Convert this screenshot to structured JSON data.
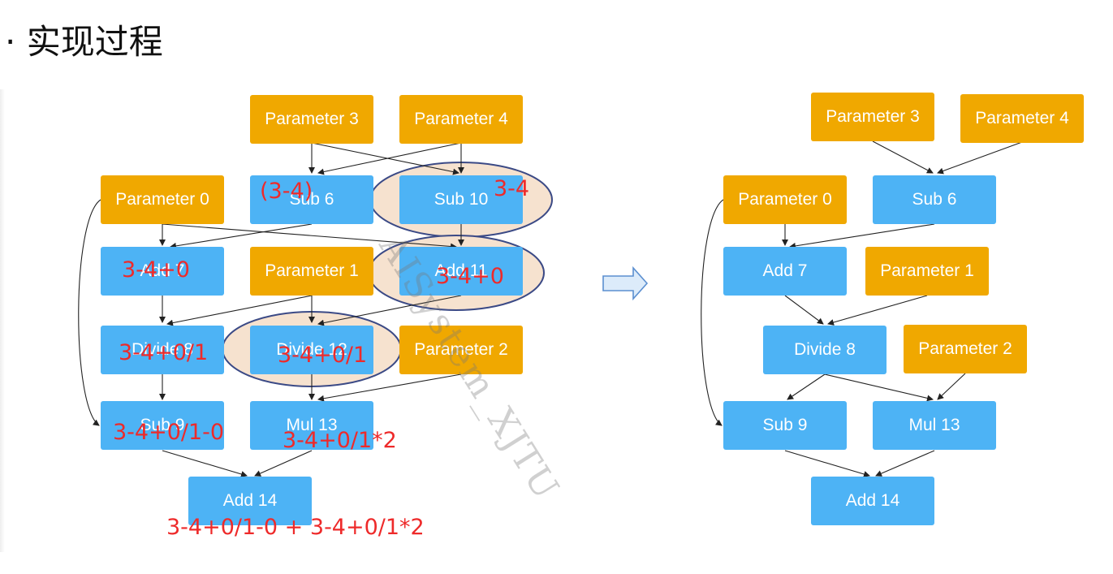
{
  "heading": {
    "bullet": "·",
    "text": "实现过程"
  },
  "watermark": "AISystem_XJTU",
  "left_graph": {
    "params": {
      "p0": "Parameter 0",
      "p1": "Parameter 1",
      "p2": "Parameter 2",
      "p3": "Parameter 3",
      "p4": "Parameter 4"
    },
    "ops": {
      "sub6": "Sub 6",
      "sub10": "Sub 10",
      "add7": "Add 7",
      "add11": "Add 11",
      "div8": "Divide 8",
      "div12": "Divide 12",
      "sub9": "Sub 9",
      "mul13": "Mul 13",
      "add14": "Add 14"
    },
    "annotations": {
      "sub6": "(3-4)",
      "sub10": "3-4",
      "add7": "3-4+0",
      "add11": "3-4+0",
      "div8": "3-4+0/1",
      "div12": "3-4+0/1",
      "sub9": "3-4+0/1-0",
      "mul13": "3-4+0/1*2",
      "add14": "3-4+0/1-0 + 3-4+0/1*2"
    }
  },
  "right_graph": {
    "params": {
      "p0": "Parameter 0",
      "p1": "Parameter 1",
      "p2": "Parameter 2",
      "p3": "Parameter 3",
      "p4": "Parameter 4"
    },
    "ops": {
      "sub6": "Sub 6",
      "add7": "Add 7",
      "div8": "Divide 8",
      "sub9": "Sub 9",
      "mul13": "Mul 13",
      "add14": "Add 14"
    }
  },
  "colors": {
    "parameter": "#f0a800",
    "operation": "#4db3f5",
    "annotation": "#ee2a2a",
    "highlight_fill": "#f6e2cf",
    "highlight_stroke": "#3b4a86",
    "arrow": "#9fc5ea"
  }
}
